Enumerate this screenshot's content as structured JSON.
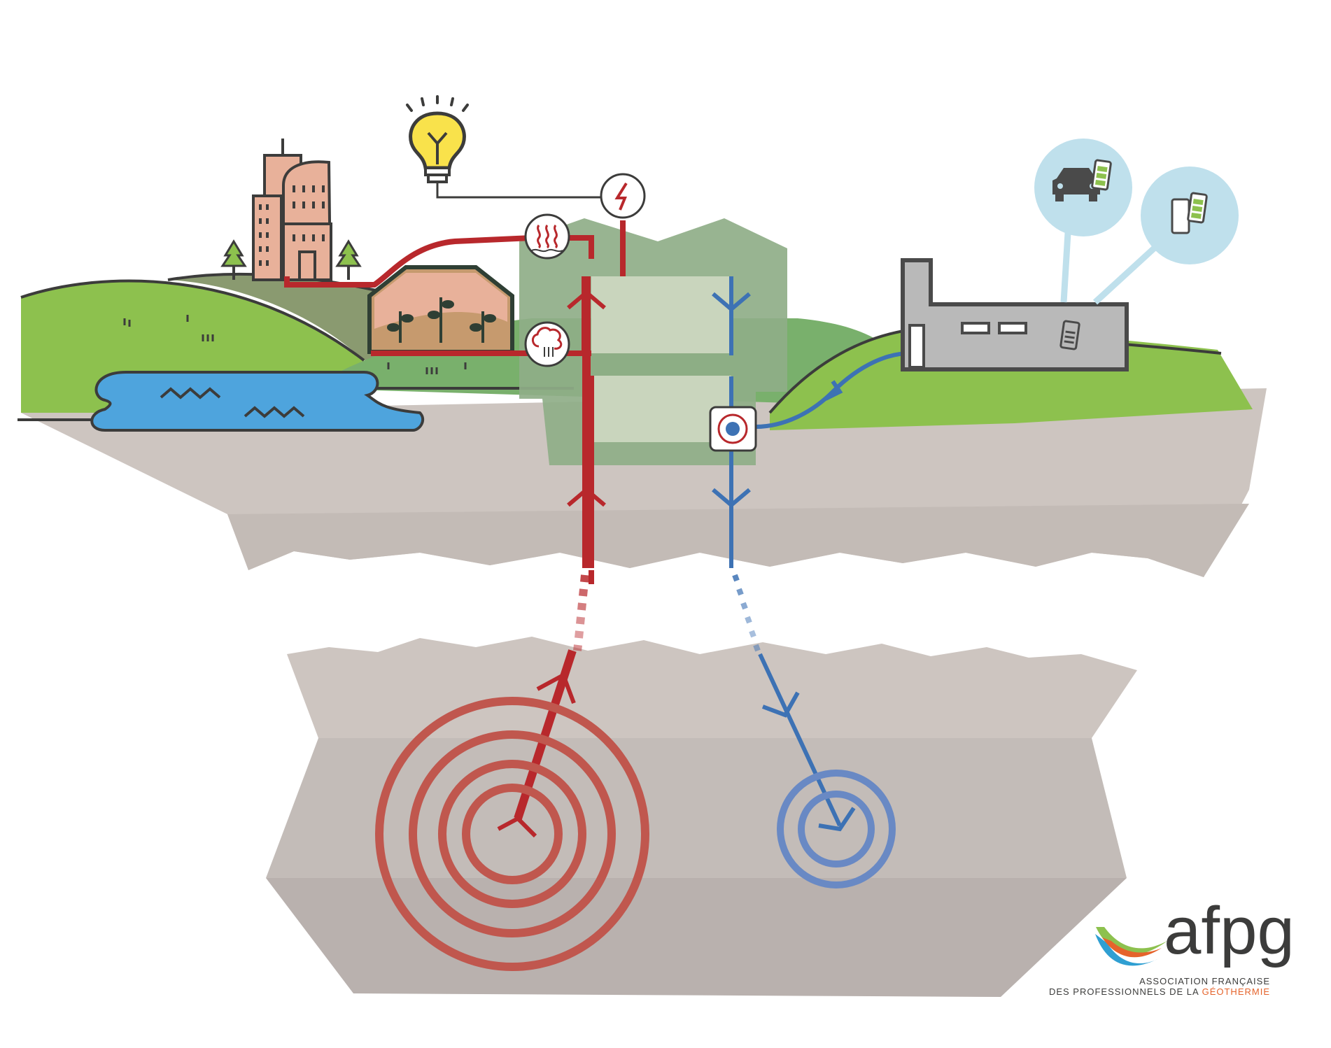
{
  "colors": {
    "hot": "#b8282c",
    "cold": "#3d72b4",
    "grass": "#8dc14e",
    "grass_dark": "#6b8f5a",
    "water": "#4ea4dd",
    "ground": "#cdc5c0",
    "ground_dark": "#bcb2ad",
    "plant": "#8fae88",
    "building": "#e8b19a",
    "battery_bubble": "#bfe0ec"
  },
  "icons": {
    "lightbulb": "lightbulb-icon",
    "electricity": "electricity-icon",
    "heating": "heating-icon",
    "steam": "steam-icon",
    "heat_exchanger": "heat-exchanger-icon",
    "car": "car-icon",
    "phone": "phone-icon",
    "battery": "battery-icon"
  },
  "logo": {
    "word": "afpg",
    "line1": "ASSOCIATION FRANÇAISE",
    "line2_prefix": "DES PROFESSIONNELS DE LA ",
    "line2_accent": "GÉOTHERMIE"
  }
}
